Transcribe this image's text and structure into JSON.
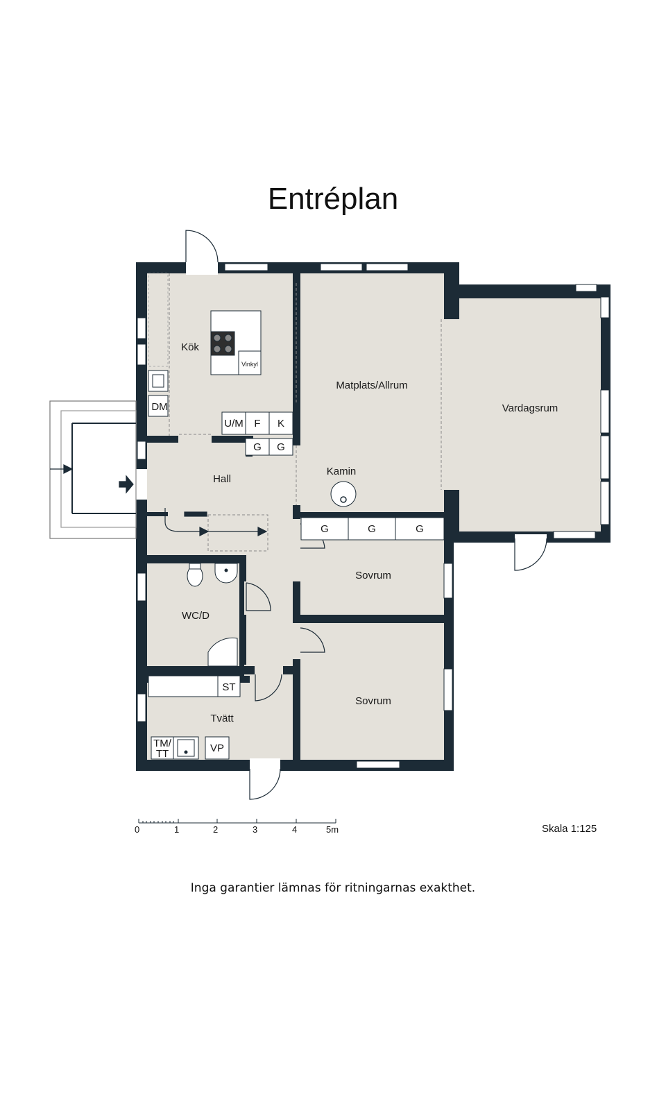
{
  "title": "Entréplan",
  "rooms": {
    "kok": "Kök",
    "matplats": "Matplats/Allrum",
    "vardagsrum": "Vardagsrum",
    "hall": "Hall",
    "kamin": "Kamin",
    "sovrum1": "Sovrum",
    "sovrum2": "Sovrum",
    "wcd": "WC/D",
    "tvatt": "Tvätt"
  },
  "fixtures": {
    "dm": "DM",
    "um": "U/M",
    "f": "F",
    "k": "K",
    "g": "G",
    "vinkyl": "Vinkyl",
    "st": "ST",
    "tm": "TM/",
    "tt": "TT",
    "vp": "VP"
  },
  "scale_bar": {
    "ticks": [
      "0",
      "1",
      "2",
      "3",
      "4",
      "5m"
    ],
    "label": "Skala 1:125"
  },
  "disclaimer": "Inga garantier lämnas för ritningarnas exakthet.",
  "colors": {
    "wall": "#1c2b36",
    "floor": "#e4e1da",
    "background": "#ffffff"
  }
}
